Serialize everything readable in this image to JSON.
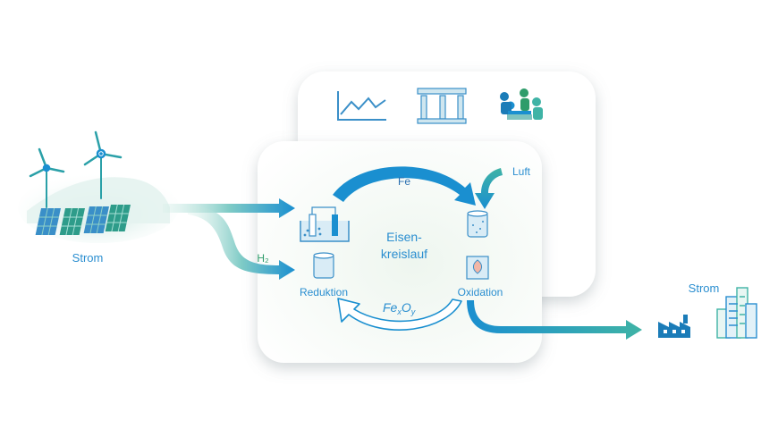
{
  "labels": {
    "strom_left": "Strom",
    "strom_right": "Strom",
    "h2": "H₂",
    "fe": "Fe",
    "luft": "Luft",
    "cycle_line1": "Eisen-",
    "cycle_line2": "kreislauf",
    "reduktion": "Reduktion",
    "oxidation": "Oxidation",
    "feo_fe": "Fe",
    "feo_x": "x",
    "feo_o": "O",
    "feo_y": "y"
  },
  "colors": {
    "blue": "#1a8fd0",
    "teal": "#3fb3a6",
    "green_text": "#2e9c6a",
    "label_blue": "#2a8ed0",
    "card_bg": "#ffffff"
  },
  "icons": {
    "back_card": [
      "line-chart-icon",
      "columns-icon",
      "meeting-people-icon"
    ],
    "left": [
      "wind-turbine-icon",
      "solar-panel-icon"
    ],
    "right": [
      "factory-icon",
      "city-buildings-icon"
    ],
    "cycle": [
      "electrolyzer-icon",
      "hydrogen-tank-icon",
      "iron-tank-icon",
      "combustion-reactor-icon"
    ]
  }
}
